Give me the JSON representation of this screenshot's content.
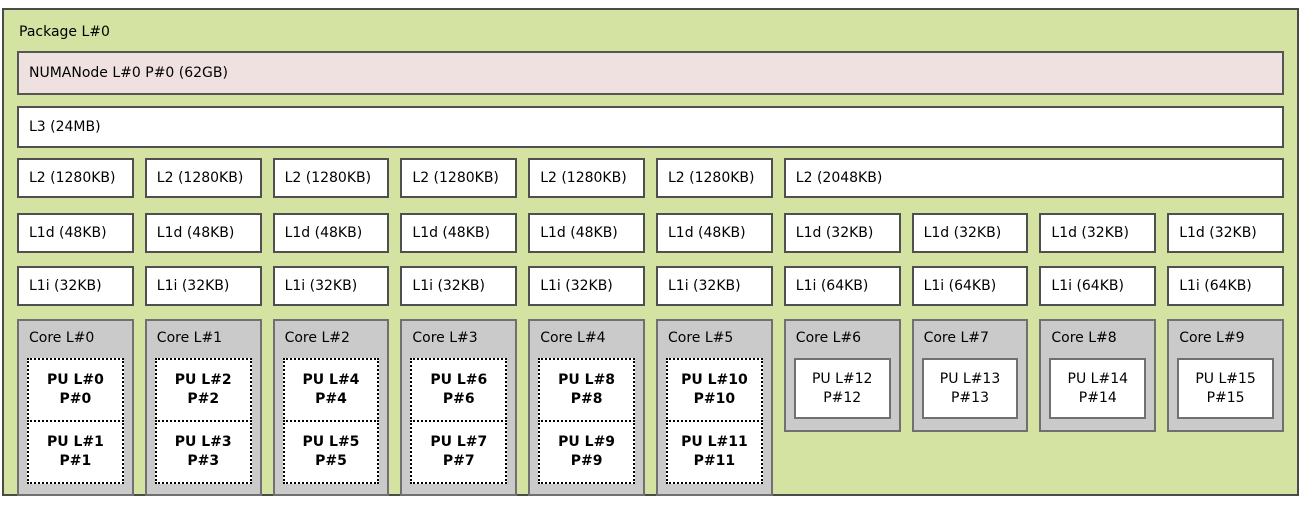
{
  "diagram_type": "hwloc-lstopo-topology",
  "colors": {
    "package_fill": "#d4e3a2",
    "package_border": "#4a4a4a",
    "numanode_fill": "#f0e1e1",
    "cache_fill": "#ffffff",
    "cache_border": "#4f4f4f",
    "core_fill": "#cacaca",
    "core_border": "#707070",
    "pu_fill": "#ffffff",
    "pu_dotted_border": "#000000",
    "text": "#000000"
  },
  "package": {
    "label": "Package L#0"
  },
  "numanode": {
    "label": "NUMANode L#0 P#0 (62GB)"
  },
  "l3": {
    "label": "L3 (24MB)"
  },
  "l2": {
    "items": [
      "L2 (1280KB)",
      "L2 (1280KB)",
      "L2 (1280KB)",
      "L2 (1280KB)",
      "L2 (1280KB)",
      "L2 (1280KB)",
      "L2 (2048KB)"
    ]
  },
  "l1d": {
    "items": [
      "L1d (48KB)",
      "L1d (48KB)",
      "L1d (48KB)",
      "L1d (48KB)",
      "L1d (48KB)",
      "L1d (48KB)",
      "L1d (32KB)",
      "L1d (32KB)",
      "L1d (32KB)",
      "L1d (32KB)"
    ]
  },
  "l1i": {
    "items": [
      "L1i (32KB)",
      "L1i (32KB)",
      "L1i (32KB)",
      "L1i (32KB)",
      "L1i (32KB)",
      "L1i (32KB)",
      "L1i (64KB)",
      "L1i (64KB)",
      "L1i (64KB)",
      "L1i (64KB)"
    ]
  },
  "cores": [
    {
      "label": "Core L#0",
      "pus": [
        {
          "logical": "PU L#0",
          "physical": "P#0"
        },
        {
          "logical": "PU L#1",
          "physical": "P#1"
        }
      ]
    },
    {
      "label": "Core L#1",
      "pus": [
        {
          "logical": "PU L#2",
          "physical": "P#2"
        },
        {
          "logical": "PU L#3",
          "physical": "P#3"
        }
      ]
    },
    {
      "label": "Core L#2",
      "pus": [
        {
          "logical": "PU L#4",
          "physical": "P#4"
        },
        {
          "logical": "PU L#5",
          "physical": "P#5"
        }
      ]
    },
    {
      "label": "Core L#3",
      "pus": [
        {
          "logical": "PU L#6",
          "physical": "P#6"
        },
        {
          "logical": "PU L#7",
          "physical": "P#7"
        }
      ]
    },
    {
      "label": "Core L#4",
      "pus": [
        {
          "logical": "PU L#8",
          "physical": "P#8"
        },
        {
          "logical": "PU L#9",
          "physical": "P#9"
        }
      ]
    },
    {
      "label": "Core L#5",
      "pus": [
        {
          "logical": "PU L#10",
          "physical": "P#10"
        },
        {
          "logical": "PU L#11",
          "physical": "P#11"
        }
      ]
    },
    {
      "label": "Core L#6",
      "pus": [
        {
          "logical": "PU L#12",
          "physical": "P#12"
        }
      ]
    },
    {
      "label": "Core L#7",
      "pus": [
        {
          "logical": "PU L#13",
          "physical": "P#13"
        }
      ]
    },
    {
      "label": "Core L#8",
      "pus": [
        {
          "logical": "PU L#14",
          "physical": "P#14"
        }
      ]
    },
    {
      "label": "Core L#9",
      "pus": [
        {
          "logical": "PU L#15",
          "physical": "P#15"
        }
      ]
    }
  ]
}
